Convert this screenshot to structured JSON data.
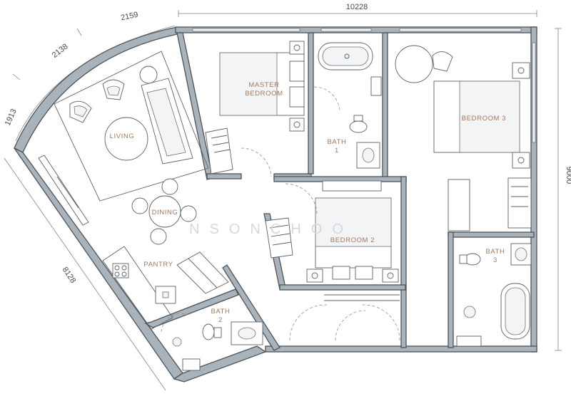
{
  "rooms": {
    "master_bedroom": [
      "MASTER",
      "BEDROOM"
    ],
    "bath_1": [
      "BATH",
      "1"
    ],
    "bedroom_3": "BEDROOM 3",
    "living": "LIVING",
    "dining": "DINING",
    "bedroom_2": "BEDROOM 2",
    "bath_3": [
      "BATH",
      "3"
    ],
    "pantry": "PANTRY",
    "bath_2": [
      "BATH",
      "2"
    ]
  },
  "dimensions": {
    "top_width": "10228",
    "right_height": "9000",
    "left_side": "8128",
    "arc_top": "2159",
    "arc_mid": "2138",
    "arc_low": "1913"
  },
  "watermark": "NSONCHOO",
  "colors": {
    "wall": "#a9b3bb",
    "label": "#a1785c",
    "line": "#5b6166"
  }
}
